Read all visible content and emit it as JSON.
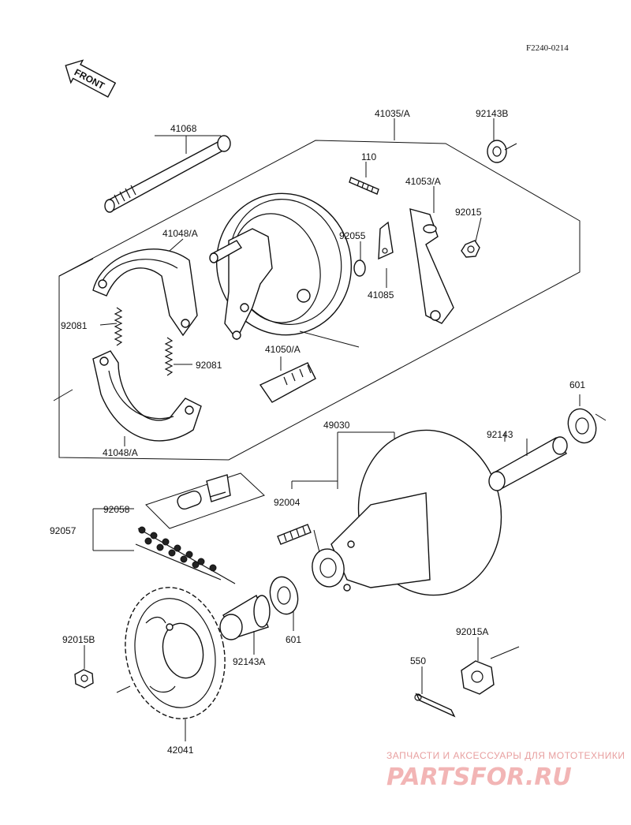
{
  "diagram": {
    "code": "F2240-0214",
    "front_label": "FRONT",
    "parts": {
      "p41068": "41068",
      "p41035": "41035/A",
      "p92143b": "92143B",
      "p110": "110",
      "p41053": "41053/A",
      "p92015": "92015",
      "p41048_top": "41048/A",
      "p92055": "92055",
      "p41085": "41085",
      "p92081_l": "92081",
      "p92081_r": "92081",
      "p41050": "41050/A",
      "p41048_bot": "41048/A",
      "p601_r": "601",
      "p49030": "49030",
      "p92143": "92143",
      "p92058": "92058",
      "p92004": "92004",
      "p92057": "92057",
      "p92015b": "92015B",
      "p92143a": "92143A",
      "p601_c": "601",
      "p92015a": "92015A",
      "p550": "550",
      "p42041": "42041"
    }
  },
  "watermark": {
    "tagline": "ЗАПЧАСТИ И АКСЕССУАРЫ ДЛЯ МОТОТЕХНИКИ",
    "brand": "PARTSFOR.RU"
  }
}
